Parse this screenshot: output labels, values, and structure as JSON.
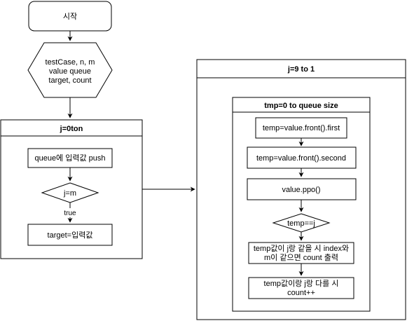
{
  "start": {
    "label": "시작"
  },
  "init": {
    "lines": [
      "testCase, n, m",
      "value queue",
      "target, count"
    ]
  },
  "loop_j": {
    "title": "j=0ton",
    "push_label": "queue에 입력값 push",
    "decision_label": "j=m",
    "true_label": "true",
    "target_label": "target=입력값"
  },
  "loop_outer": {
    "title": "j=9 to 1",
    "inner": {
      "title": "tmp=0 to queue size",
      "step1": "temp=value.front().first",
      "step2": "temp=value.front().second",
      "step3": "value.ppo()",
      "decision_label": "temp==j",
      "step5_lines": [
        "temp값이 j랑 같을 시 index와",
        "m이 같으면 count 출력"
      ],
      "step6_lines": [
        "temp값이랑 j랑 다를 시",
        "count++"
      ]
    }
  }
}
